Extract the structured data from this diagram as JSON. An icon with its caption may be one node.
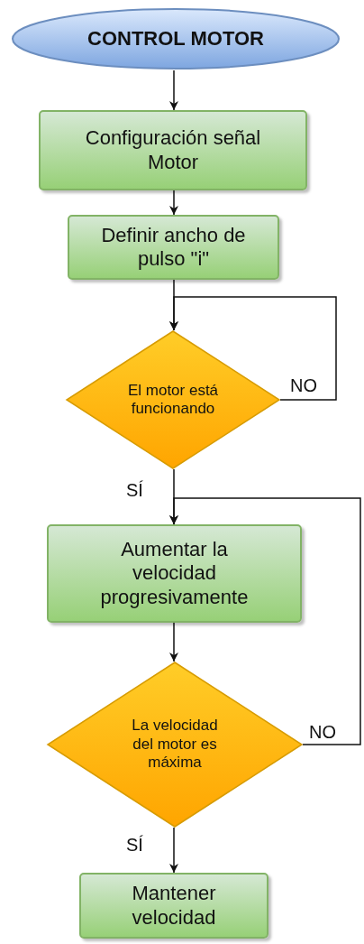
{
  "diagram": {
    "nodes": [
      {
        "text": [
          "CONTROL MOTOR"
        ]
      },
      {
        "text": [
          "Configuración señal Motor"
        ]
      },
      {
        "text": [
          "Definir ancho de pulso \"i\""
        ]
      },
      {
        "text": [
          "El motor está funcionando"
        ]
      },
      {
        "text": [
          "Aumentar la velocidad progresivamente"
        ]
      },
      {
        "text": [
          "La velocidad del motor es máxima"
        ]
      },
      {
        "text": [
          "Mantener velocidad"
        ]
      }
    ],
    "edges": [
      {
        "from": 0,
        "to": 1,
        "arrow": "to"
      },
      {
        "from": 1,
        "to": 2,
        "arrow": "to"
      },
      {
        "from": 2,
        "to": 3,
        "arrow": "to"
      },
      {
        "from": 3,
        "to": 3,
        "arrow": "to",
        "label": "NO"
      },
      {
        "from": 3,
        "to": 4,
        "arrow": "to",
        "label": "SÍ"
      },
      {
        "from": 5,
        "to": 4,
        "arrow": "to",
        "label": "NO"
      },
      {
        "from": 4,
        "to": 5,
        "arrow": "to"
      },
      {
        "from": 5,
        "to": 6,
        "arrow": "to",
        "label": "SÍ"
      }
    ]
  }
}
